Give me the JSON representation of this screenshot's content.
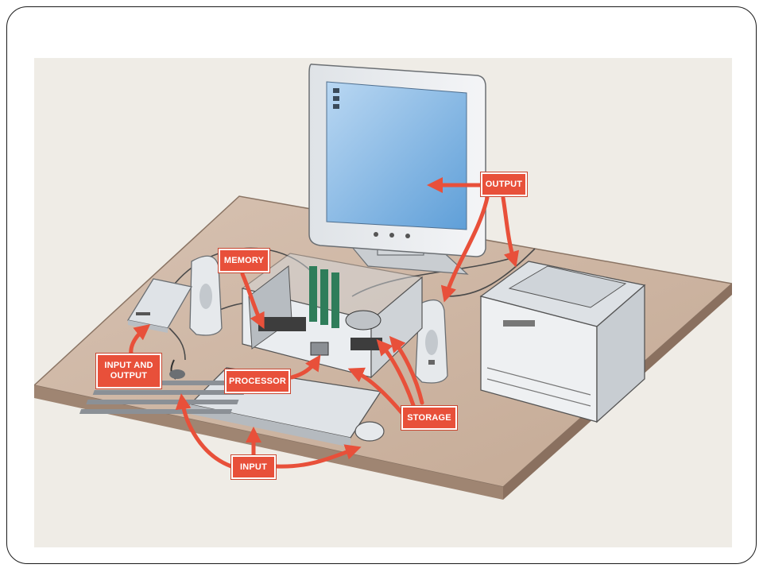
{
  "colors": {
    "accent": "#e8503a",
    "desk": "#c9b19f",
    "screen": "#7fb2df",
    "device": "#e4e7ea"
  },
  "labels": {
    "output": "OUTPUT",
    "memory": "MEMORY",
    "input_and_output": "INPUT AND\nOUTPUT",
    "processor": "PROCESSOR",
    "storage": "STORAGE",
    "input": "INPUT"
  }
}
